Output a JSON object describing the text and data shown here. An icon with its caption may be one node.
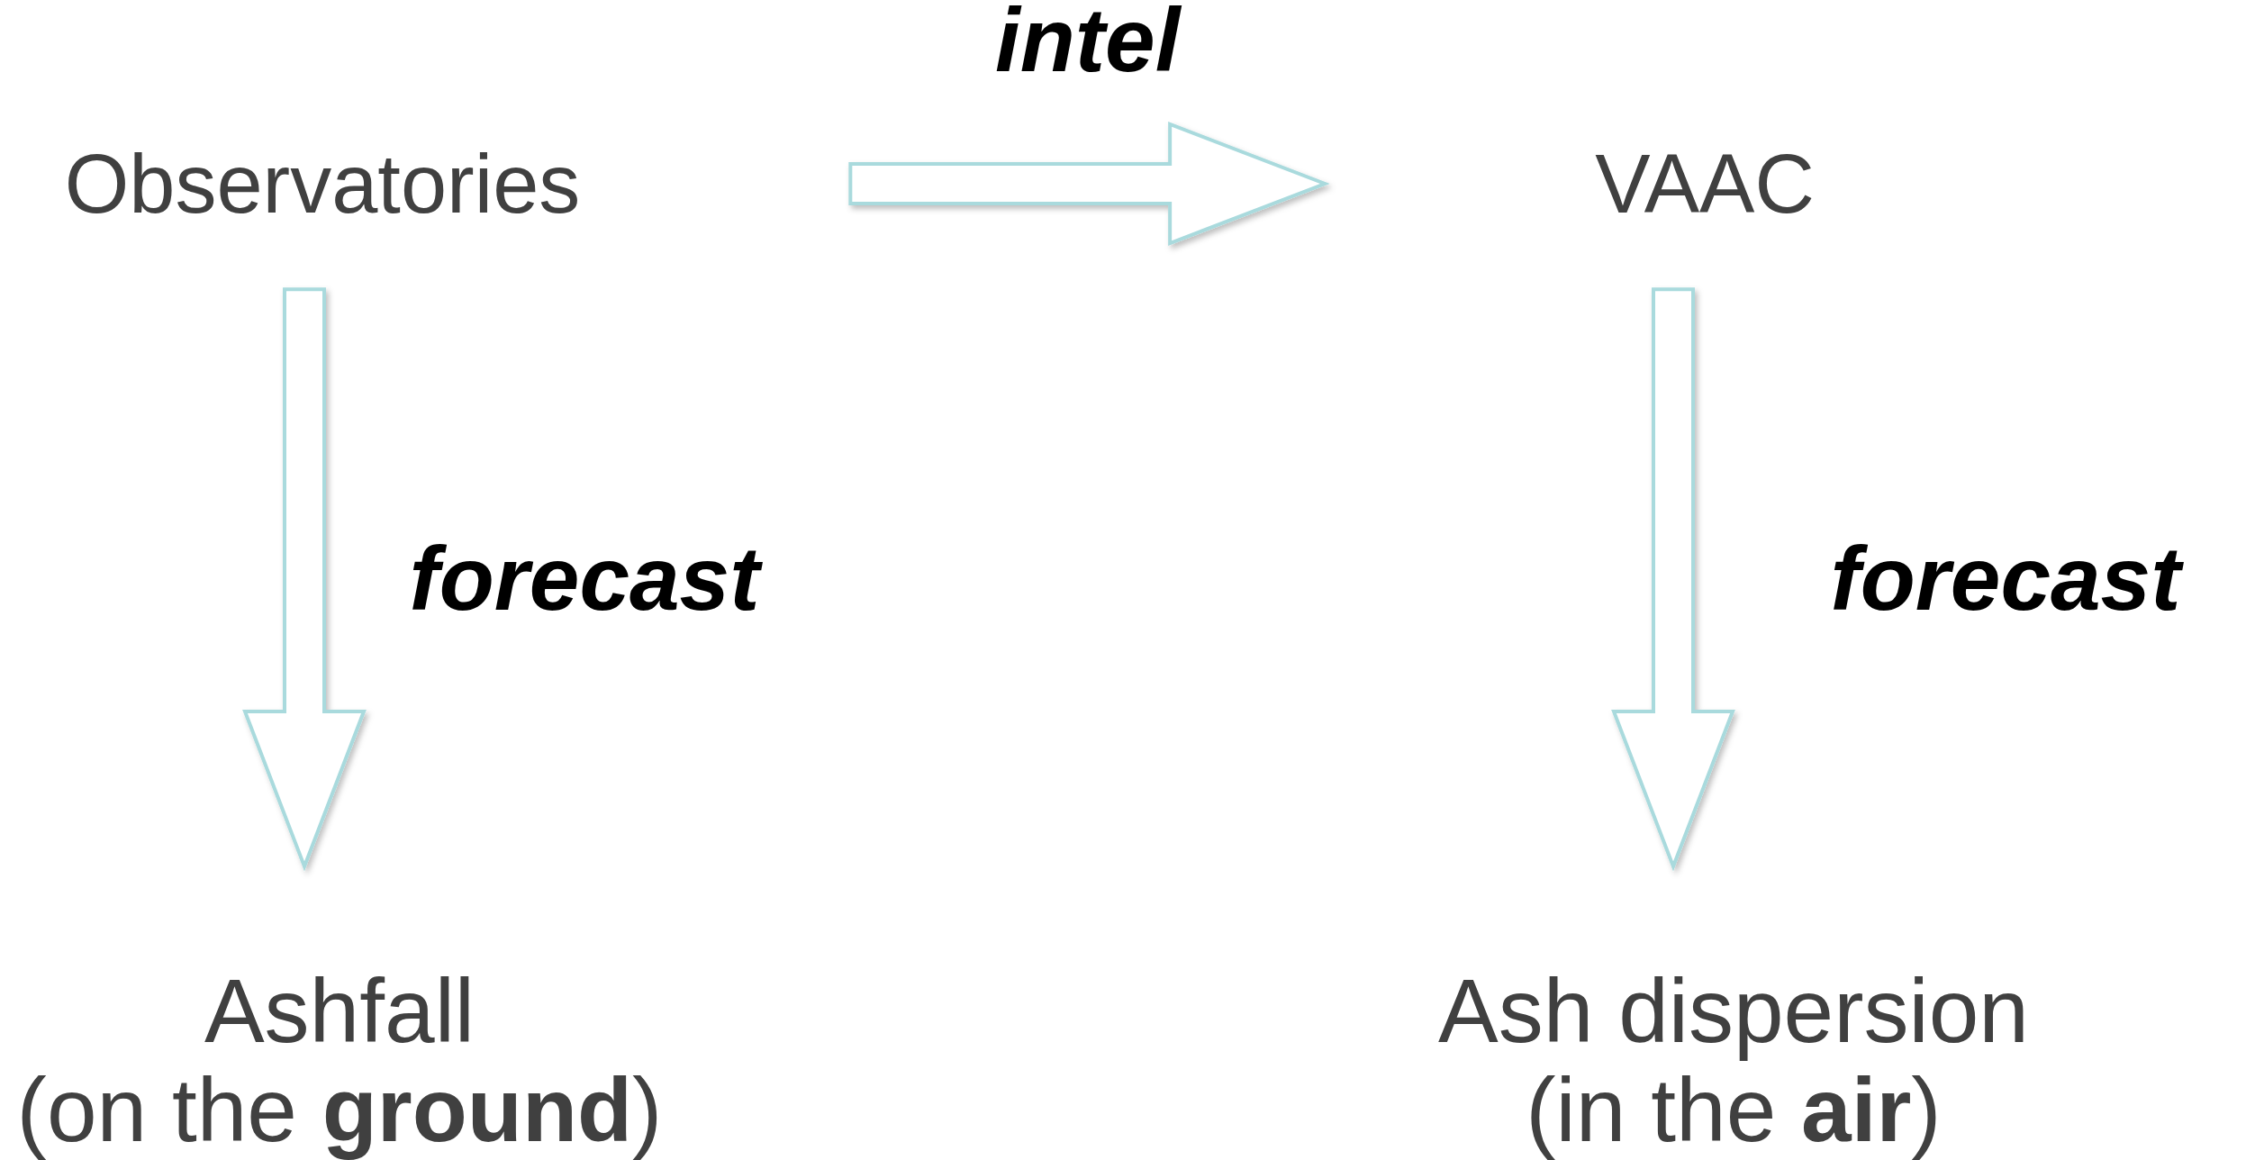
{
  "diagram": {
    "nodes": [
      {
        "text": [
          "Observatories"
        ]
      },
      {
        "text": [
          "VAAC"
        ]
      },
      {
        "text": [
          "Ashfall",
          "(on the **ground**)"
        ]
      },
      {
        "text": [
          "Ash dispersion",
          "(in the **air**)"
        ]
      }
    ],
    "edges": [
      {
        "from": 0,
        "to": 1,
        "arrow": "to",
        "label": "intel"
      },
      {
        "from": 0,
        "to": 2,
        "arrow": "to",
        "label": "forecast"
      },
      {
        "from": 1,
        "to": 3,
        "arrow": "to",
        "label": "forecast"
      }
    ]
  }
}
